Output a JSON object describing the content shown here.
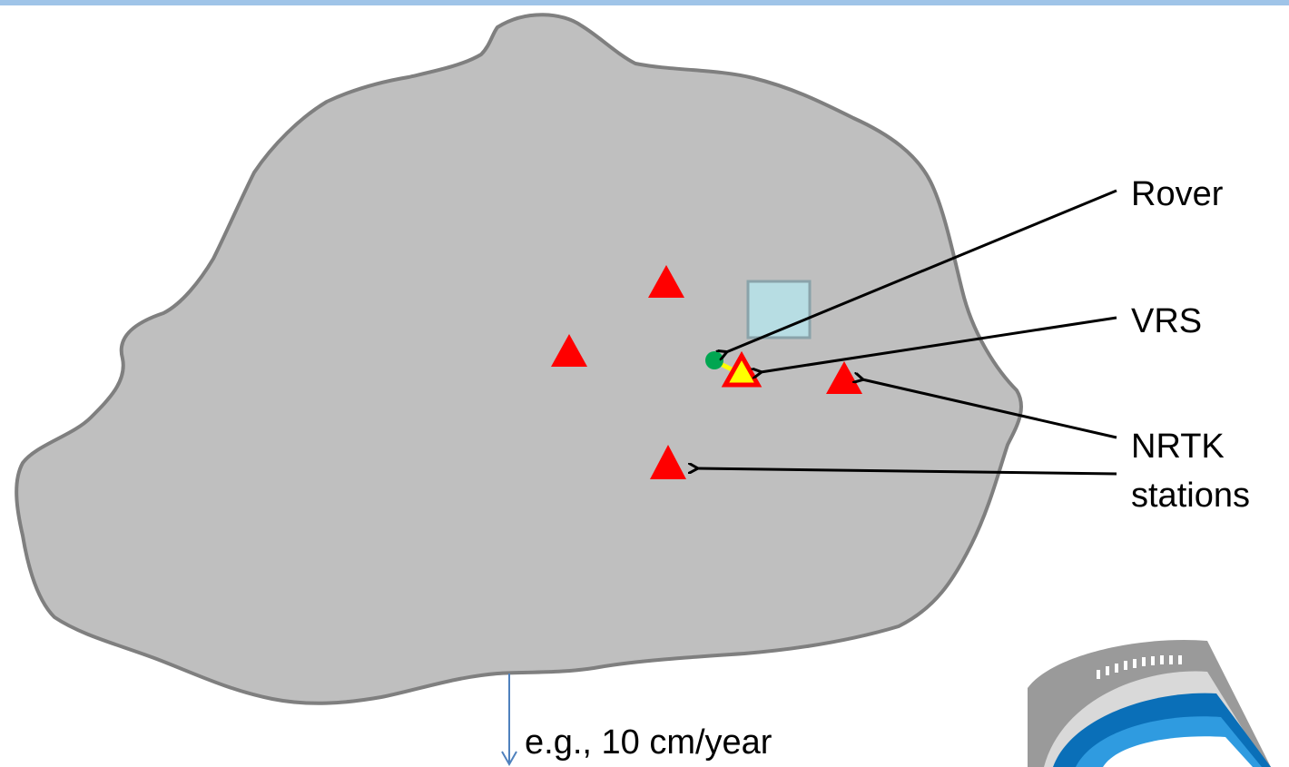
{
  "labels": {
    "rover": "Rover",
    "vrs": "VRS",
    "nrtk_line1": "NRTK",
    "nrtk_line2": "stations",
    "velocity": "e.g., 10 cm/year"
  },
  "colors": {
    "land_fill": "#bfbfbf",
    "land_stroke": "#7f7f7f",
    "station": "#ff0000",
    "vrs_inner": "#ffff00",
    "rover": "#00a651",
    "box_fill": "#b7dde3",
    "box_stroke": "#8aa3aa",
    "arrow": "#000000",
    "velocity_arrow": "#4f81bd",
    "top_strip": "#9fc4e8"
  },
  "icons": {
    "station": "red-triangle-icon",
    "vrs": "yellow-triangle-icon",
    "rover": "green-dot-icon",
    "logo": "stadium-logo"
  }
}
